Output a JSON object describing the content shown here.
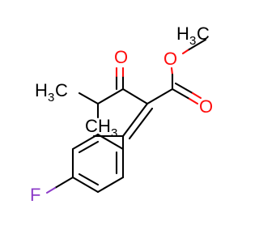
{
  "atoms": {
    "oxygen_ketone": "O",
    "oxygen_ester_single": "O",
    "oxygen_ester_double": "O",
    "fluorine": "F",
    "methyl_h": "H",
    "methyl_sub": "3",
    "methyl_c": "C",
    "isopropyl_methyl_upper_h": "H",
    "isopropyl_methyl_upper_sub": "3",
    "isopropyl_methyl_upper_c": "C",
    "isopropyl_methyl_lower_h": "H",
    "isopropyl_methyl_lower_sub": "3",
    "isopropyl_methyl_lower_c": "C"
  },
  "colors": {
    "carbon": "#000000",
    "oxygen": "#ff0d0d",
    "fluorine": "#8c3cc8",
    "background": "#ffffff"
  }
}
